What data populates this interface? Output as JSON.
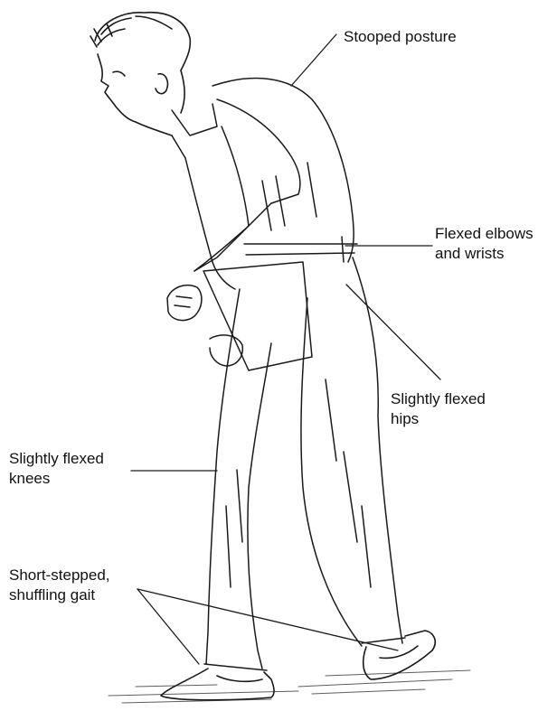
{
  "annotations": {
    "stooped_posture": [
      "Stooped posture"
    ],
    "flexed_elbows": [
      "Flexed elbows",
      "and wrists"
    ],
    "flexed_hips": [
      "Slightly flexed",
      "hips"
    ],
    "flexed_knees": [
      "Slightly flexed",
      "knees"
    ],
    "gait": [
      "Short-stepped,",
      "shuffling gait"
    ]
  },
  "colors": {
    "ink": "#1a1a1a",
    "label_text": "#111111",
    "background": "#ffffff"
  }
}
